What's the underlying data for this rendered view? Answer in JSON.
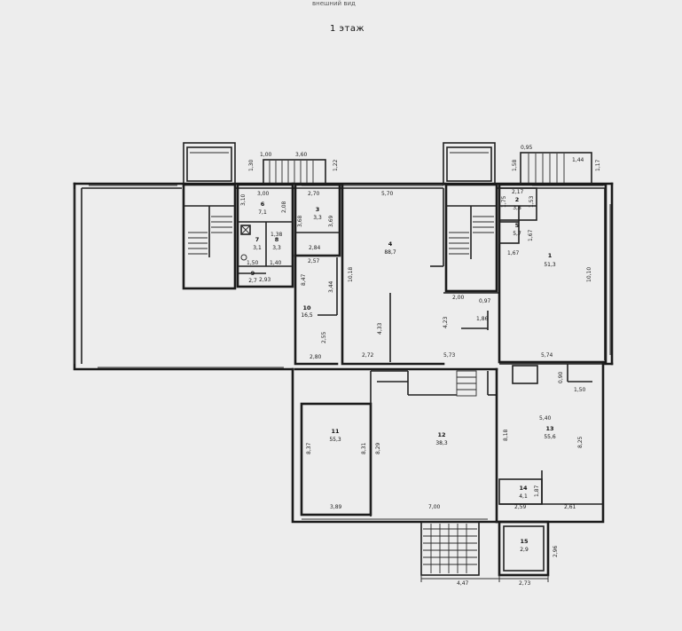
{
  "page": {
    "header": "внешний вид",
    "title": "1 этаж"
  },
  "rooms": [
    {
      "id": "r1",
      "number": "1",
      "area": "51,3"
    },
    {
      "id": "r4",
      "number": "4",
      "area": "88,7"
    },
    {
      "id": "r6",
      "number": "6",
      "area": "7,1"
    },
    {
      "id": "r7",
      "number": "7",
      "area": "3,1"
    },
    {
      "id": "r8",
      "number": "8",
      "area": "3,3"
    },
    {
      "id": "r9",
      "number": "9",
      "area": "2,7"
    },
    {
      "id": "r10",
      "number": "10",
      "area": "16,5"
    },
    {
      "id": "r11",
      "number": "11",
      "area": "55,3"
    },
    {
      "id": "r12",
      "number": "12",
      "area": "38,3"
    },
    {
      "id": "r13",
      "number": "13",
      "area": "55,6"
    },
    {
      "id": "r2",
      "number": "2",
      "area": "3,8"
    },
    {
      "id": "r3",
      "number": "3",
      "area": "3,3"
    },
    {
      "id": "r5",
      "number": "5",
      "area": "5,7"
    },
    {
      "id": "r14",
      "number": "14",
      "area": "4,1"
    },
    {
      "id": "r15",
      "number": "15",
      "area": "2,9"
    }
  ],
  "dimensions": {
    "d1": "1,00",
    "d2": "3,60",
    "d3": "1,30",
    "d4": "1,22",
    "d5": "0,95",
    "d6": "1,58",
    "d7": "1,44",
    "d8": "1,17",
    "d9": "3,00",
    "d10": "2,70",
    "d11": "5,70",
    "d12": "2,17",
    "d13": "3,10",
    "d14": "2,08",
    "d15": "1,75",
    "d16": "1,53",
    "d17": "3,68",
    "d18": "3,69",
    "d19": "1,38",
    "d20": "2,84",
    "d21": "1,67",
    "d22": "1,67",
    "d23": "1,50",
    "d24": "1,40",
    "d25": "2,57",
    "d26": "2,93",
    "d27": "8,47",
    "d28": "3,44",
    "d29": "10,18",
    "d30": "2,00",
    "d31": "0,97",
    "d32": "10,10",
    "d33": "4,33",
    "d34": "4,23",
    "d35": "1,86",
    "d36": "2,55",
    "d37": "2,80",
    "d38": "2,72",
    "d39": "5,73",
    "d40": "5,74",
    "d41": "0,90",
    "d42": "1,50",
    "d43": "5,40",
    "d44": "8,37",
    "d45": "8,31",
    "d46": "8,29",
    "d47": "8,18",
    "d48": "8,25",
    "d49": "1,87",
    "d50": "3,89",
    "d51": "7,00",
    "d52": "2,59",
    "d53": "2,61",
    "d54": "2,96",
    "d55": "4,47",
    "d56": "2,73"
  }
}
